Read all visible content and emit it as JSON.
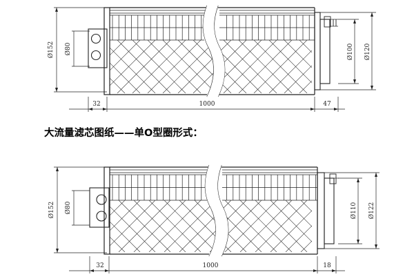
{
  "caption": {
    "text": "大流量滤芯图纸——单O型圈形式："
  },
  "drawings": [
    {
      "dims": {
        "outer_height": "Ø152",
        "inner_height": "Ø80",
        "right_small": "Ø100",
        "right_large": "Ø120",
        "left_length": "32",
        "body_length": "1000",
        "right_length": "47"
      }
    },
    {
      "dims": {
        "outer_height": "Ø152",
        "inner_height": "Ø80",
        "right_small": "Ø110",
        "right_large": "Ø122",
        "left_length": "32",
        "body_length": "1000",
        "right_length": "18"
      }
    }
  ],
  "colors": {
    "line": "#222222",
    "mesh": "#333333",
    "background": "#ffffff"
  }
}
